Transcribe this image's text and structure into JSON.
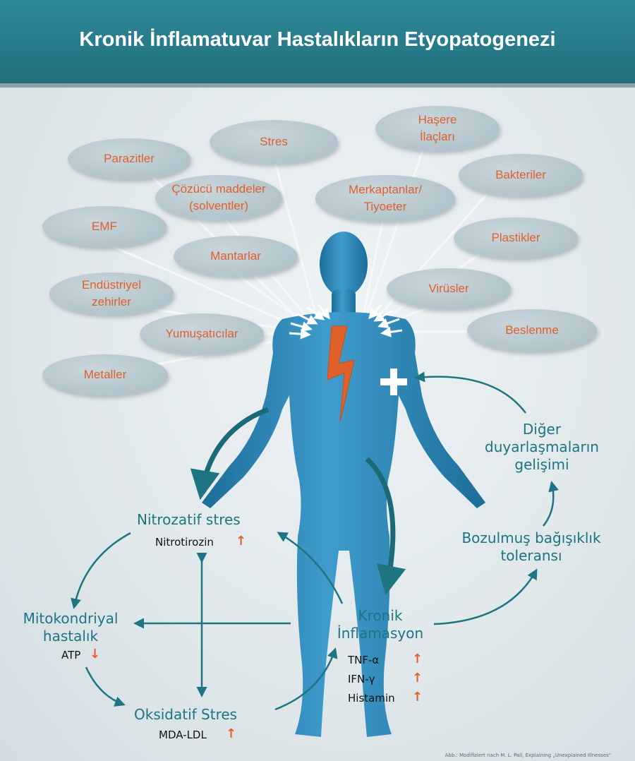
{
  "title": "Kronik İnflamatuvar Hastalıkların Etyopatogenezi",
  "colors": {
    "header": "#2a7f8e",
    "teal_text": "#1f7481",
    "orange": "#e0602a",
    "body_blue": "#2f86b4"
  },
  "causes": [
    {
      "id": "stres",
      "label": "Stres"
    },
    {
      "id": "hasere",
      "label": "Haşere\nİlaçları"
    },
    {
      "id": "parazitler",
      "label": "Parazitler"
    },
    {
      "id": "bakteriler",
      "label": "Bakteriler"
    },
    {
      "id": "cozucu",
      "label": "Çözücü maddeler\n(solventler)"
    },
    {
      "id": "merkaptanlar",
      "label": "Merkaptanlar/\nTiyoeter"
    },
    {
      "id": "emf",
      "label": "EMF"
    },
    {
      "id": "plastikler",
      "label": "Plastikler"
    },
    {
      "id": "mantarlar",
      "label": "Mantarlar"
    },
    {
      "id": "endustriyel",
      "label": "Endüstriyel\nzehirler"
    },
    {
      "id": "virusler",
      "label": "Virüsler"
    },
    {
      "id": "yumusaticilar",
      "label": "Yumuşatıcılar"
    },
    {
      "id": "beslenme",
      "label": "Beslenme"
    },
    {
      "id": "metaller",
      "label": "Metaller"
    }
  ],
  "nodes": {
    "nitrozatif": "Nitrozatif stres",
    "nitrotirozin": "Nitrotirozin",
    "mitokondriyal": "Mitokondriyal\nhastalık",
    "atp": "ATP",
    "oksidatif": "Oksidatif Stres",
    "mda": "MDA-LDL",
    "kronik": "Kronik\nİnflamasyon",
    "tnf": "TNF-α",
    "ifn": "IFN-γ",
    "histamin": "Histamin",
    "bozulmus": "Bozulmuş bağışıklık\ntoleransı",
    "diger": "Diğer\nduyarlaşmaların\ngelişimi"
  },
  "arrows": {
    "up": "↑",
    "down": "↓"
  },
  "credit": "Abb.: Modifiziert nach M. L. Pall, Explaining „Unexplained Illnesses\""
}
